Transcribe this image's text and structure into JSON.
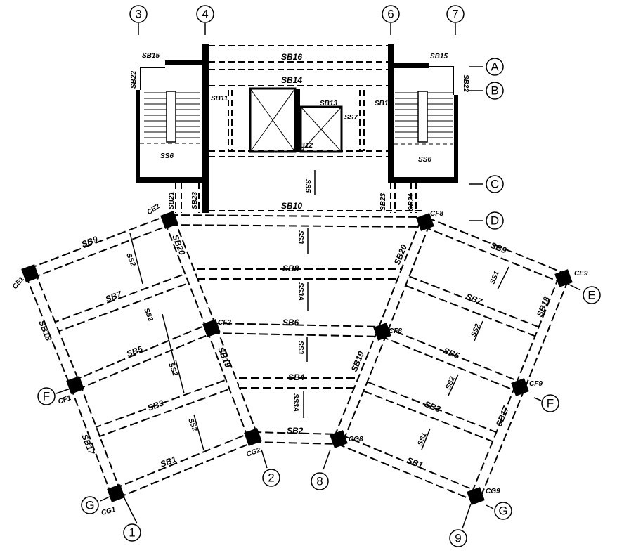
{
  "grid": {
    "top": [
      "3",
      "4",
      "6",
      "7"
    ],
    "right": [
      "A",
      "B",
      "C",
      "D",
      "E",
      "F",
      "G"
    ],
    "left": [
      "F",
      "G"
    ],
    "bottom": [
      "1",
      "2",
      "8",
      "9"
    ]
  },
  "columns": [
    "CE2",
    "CF8",
    "CE1",
    "CF2",
    "CF1",
    "CG1",
    "CG2",
    "CG8",
    "CE9",
    "CF8",
    "CF9",
    "CG9"
  ],
  "core_labels": [
    "SB15",
    "SB22",
    "SB16",
    "SB14",
    "SB11",
    "SB13",
    "SS7",
    "SB12",
    "SS6",
    "SS6",
    "SB15",
    "SB22",
    "SB23",
    "SB21",
    "SS5",
    "SB10",
    "SB11",
    "SB23",
    "SB21"
  ],
  "left_wing": [
    "SB9",
    "SB7",
    "SB5",
    "SB3",
    "SB1",
    "SB18",
    "SB17",
    "SB20",
    "SB19",
    "SS2",
    "SS2",
    "SS2",
    "SS2"
  ],
  "middle": [
    "SB8",
    "SB6",
    "SB4",
    "SB2",
    "SS3",
    "SS3A",
    "SS3",
    "SS3A"
  ],
  "right_wing": [
    "SB9",
    "SB7",
    "SB5",
    "SB3",
    "SB1",
    "SB20",
    "SB19",
    "SB18",
    "SB17",
    "SS1",
    "SS2",
    "SS2",
    "SS1"
  ]
}
